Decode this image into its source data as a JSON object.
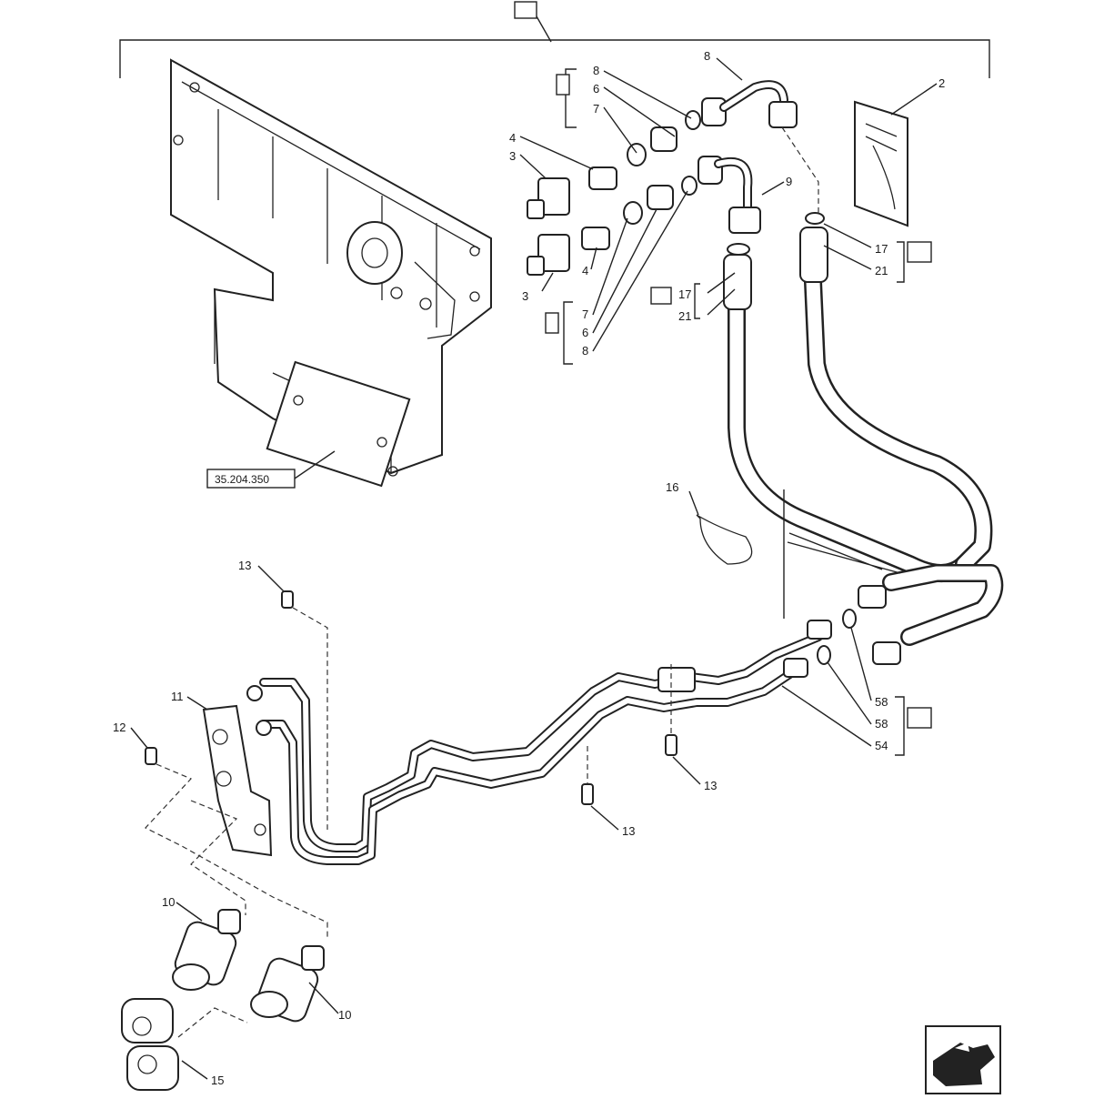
{
  "diagram": {
    "top_ref": "",
    "plate_ref": "35.204.350",
    "labels": {
      "l_2": "2",
      "l_3a": "3",
      "l_3b": "3",
      "l_4a": "4",
      "l_4b": "4",
      "l_6a": "6",
      "l_6b": "6",
      "l_7a": "7",
      "l_7b": "7",
      "l_8a": "8",
      "l_8b": "8",
      "l_8c": "8",
      "l_9": "9",
      "l_10a": "10",
      "l_10b": "10",
      "l_11": "11",
      "l_12": "12",
      "l_13a": "13",
      "l_13b": "13",
      "l_13c": "13",
      "l_15": "15",
      "l_16": "16",
      "l_17a": "17",
      "l_17b": "17",
      "l_21a": "21",
      "l_21b": "21",
      "l_58a": "58",
      "l_58b": "58",
      "l_54": "54"
    }
  },
  "colors": {
    "line": "#222222",
    "background": "#ffffff"
  },
  "icons": {
    "nav": "direction-arrow-icon"
  }
}
